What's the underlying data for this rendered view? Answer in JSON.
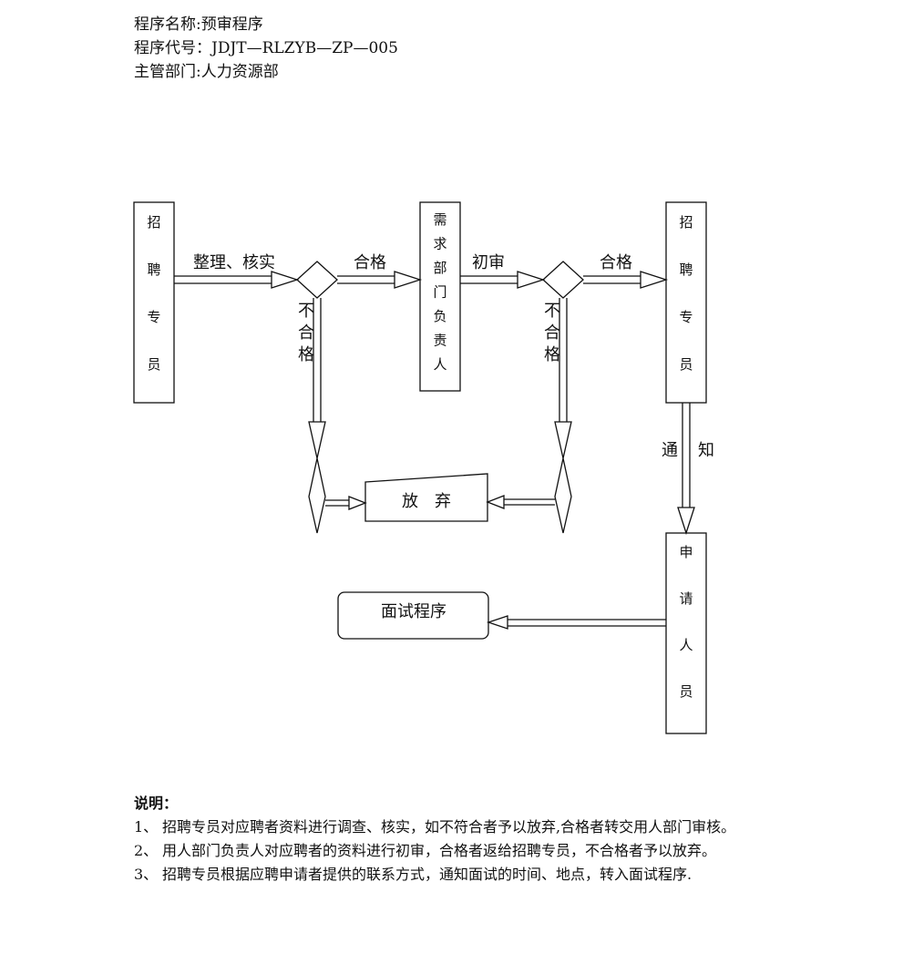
{
  "header": {
    "program_name": "程序名称:预审程序",
    "program_code": "程序代号：JDJT—RLZYB—ZP—005",
    "department": "主管部门:人力资源部"
  },
  "diagram": {
    "box_recruiter_1": [
      "招",
      "聘",
      "专",
      "员"
    ],
    "box_dept_head": [
      "需",
      "求",
      "部",
      "门",
      "负",
      "责",
      "人"
    ],
    "box_recruiter_2": [
      "招",
      "聘",
      "专",
      "员"
    ],
    "box_applicant": [
      "申",
      "请",
      "人",
      "员"
    ],
    "box_abandon": "放　弃",
    "box_interview": "面试程序",
    "label_organize_verify": "整理、核实",
    "label_qualified_1": "合格",
    "label_initial_review": "初审",
    "label_qualified_2": "合格",
    "label_unqualified_1": [
      "不",
      "合",
      "格"
    ],
    "label_unqualified_2": [
      "不",
      "合",
      "格"
    ],
    "label_notify": [
      "通",
      "知"
    ]
  },
  "notes": {
    "title": "说明：",
    "items": [
      {
        "num": "1、",
        "text": "招聘专员对应聘者资料进行调查、核实，如不符合者予以放弃,合格者转交用人部门审核。"
      },
      {
        "num": "2、",
        "text": "用人部门负责人对应聘者的资料进行初审，合格者返给招聘专员，不合格者予以放弃。"
      },
      {
        "num": "3、",
        "text": "招聘专员根据应聘申请者提供的联系方式，通知面试的时间、地点，转入面试程序."
      }
    ]
  }
}
